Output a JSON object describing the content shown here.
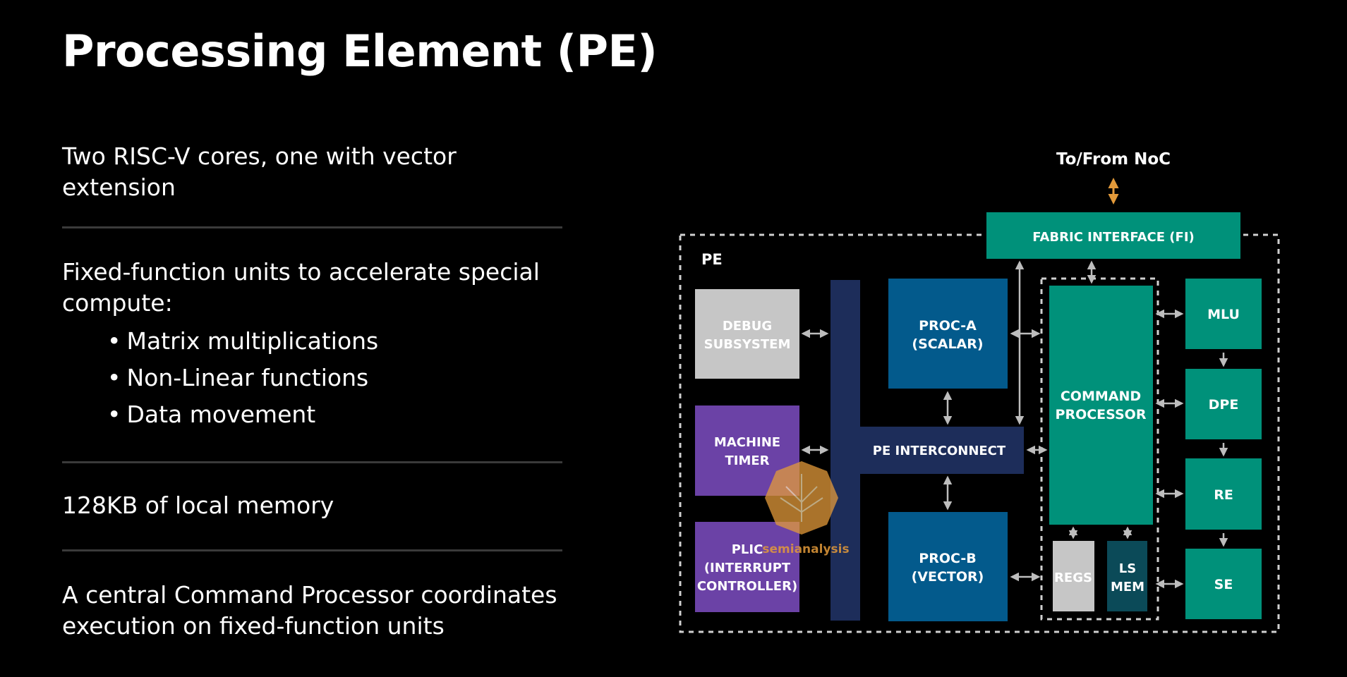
{
  "title": "Processing Element (PE)",
  "sections": {
    "cores": "Two RISC-V cores, one with vector extension",
    "fixed_function": {
      "intro": "Fixed-function units to accelerate special compute:",
      "bullets": [
        "Matrix multiplications",
        "Non-Linear functions",
        "Data movement"
      ]
    },
    "memory": "128KB of local memory",
    "command": "A central Command Processor coordinates execution on fixed-function units"
  },
  "diagram": {
    "noc_label": "To/From NoC",
    "fabric_interface": "FABRIC INTERFACE (FI)",
    "pe_label": "PE",
    "debug": [
      "DEBUG",
      "SUBSYSTEM"
    ],
    "machine_timer": [
      "MACHINE",
      "TIMER"
    ],
    "plic": [
      "PLIC",
      "(INTERRUPT",
      "CONTROLLER)"
    ],
    "proc_a": [
      "PROC-A",
      "(SCALAR)"
    ],
    "proc_b": [
      "PROC-B",
      "(VECTOR)"
    ],
    "interconnect": "PE INTERCONNECT",
    "command_processor": [
      "COMMAND",
      "PROCESSOR"
    ],
    "regs": "REGS",
    "ls_mem": [
      "LS",
      "MEM"
    ],
    "units": [
      "MLU",
      "DPE",
      "RE",
      "SE"
    ]
  },
  "watermark": "semianalysis",
  "colors": {
    "teal": "#00917a",
    "blue": "#035a8c",
    "navy": "#1d2d5a",
    "purple": "#6b42a6",
    "gray": "#c6c6c6",
    "dark_teal": "#0b4a58",
    "orange": "#e39a3a",
    "arrow": "#bdbdbd"
  }
}
